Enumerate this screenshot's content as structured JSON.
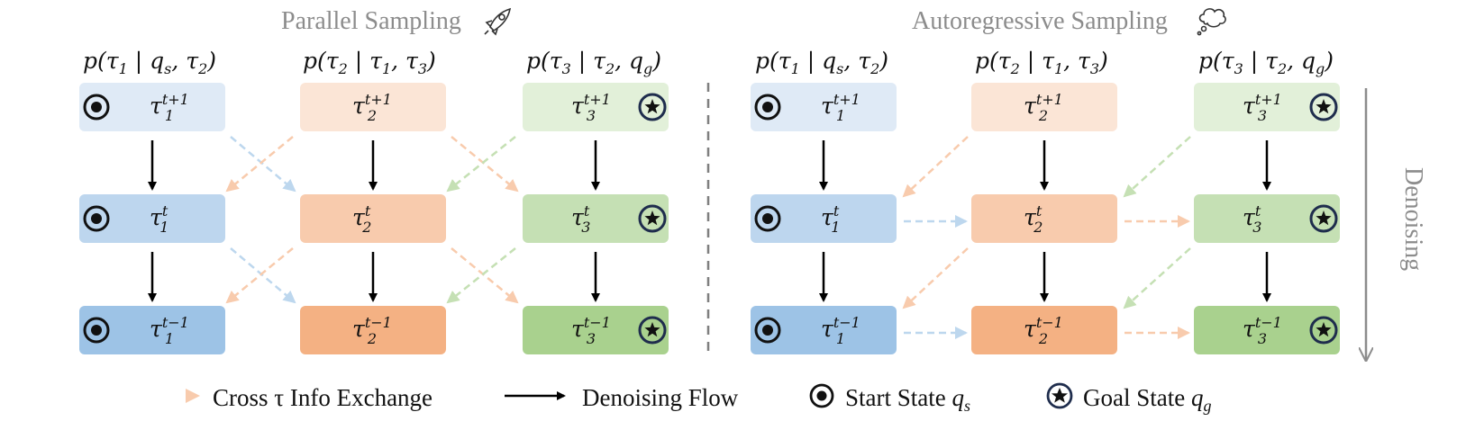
{
  "panels": {
    "parallel": {
      "title": "Parallel Sampling",
      "title_icon": "rocket-icon",
      "formulas": [
        {
          "tau": "τ",
          "sub": "1",
          "rest": " | ",
          "q": "q",
          "qsub": "s",
          "comma": ", ",
          "tau2": "τ",
          "sub2": "2"
        },
        {
          "tau": "τ",
          "sub": "2",
          "rest": " | ",
          "q": "τ",
          "qsub": "1",
          "comma": ", ",
          "tau2": "τ",
          "sub2": "3"
        },
        {
          "tau": "τ",
          "sub": "3",
          "rest": " | ",
          "q": "τ",
          "qsub": "2",
          "comma": ", ",
          "tau2": "q",
          "sub2": "g"
        }
      ]
    },
    "autoregressive": {
      "title": "Autoregressive Sampling",
      "title_icon": "thought-bubble-icon",
      "formulas": [
        {
          "tau": "τ",
          "sub": "1",
          "rest": " | ",
          "q": "q",
          "qsub": "s",
          "comma": ", ",
          "tau2": "τ",
          "sub2": "2"
        },
        {
          "tau": "τ",
          "sub": "2",
          "rest": " | ",
          "q": "τ",
          "qsub": "1",
          "comma": ", ",
          "tau2": "τ",
          "sub2": "3"
        },
        {
          "tau": "τ",
          "sub": "3",
          "rest": " | ",
          "q": "τ",
          "qsub": "2",
          "comma": ", ",
          "tau2": "q",
          "sub2": "g"
        }
      ]
    }
  },
  "formula_prefix": "p(",
  "formula_suffix": ")",
  "node_symbol": "τ",
  "timesteps": [
    "t+1",
    "t",
    "t−1"
  ],
  "trajectories": [
    "1",
    "2",
    "3"
  ],
  "side_label": "Denoising",
  "legend": {
    "cross": "Cross τ Info Exchange",
    "flow": "Denoising Flow",
    "start": "Start State",
    "start_var": "q",
    "start_sub": "s",
    "goal": "Goal State",
    "goal_var": "q",
    "goal_sub": "g"
  },
  "colors": {
    "blue": [
      "#dfeaf6",
      "#bdd6ee",
      "#9dc3e6"
    ],
    "orange": [
      "#fbe5d6",
      "#f8cbad",
      "#f4b183"
    ],
    "green": [
      "#e2f0d9",
      "#c5e0b4",
      "#a9d18e"
    ],
    "blue_arrow": "#bdd7ee",
    "orange_arrow": "#f8cbad",
    "green_arrow": "#c5e0b4",
    "title_gray": "#8c8c8c",
    "divider": "#7f7f7f",
    "icon_navy": "#1f2d4d"
  }
}
